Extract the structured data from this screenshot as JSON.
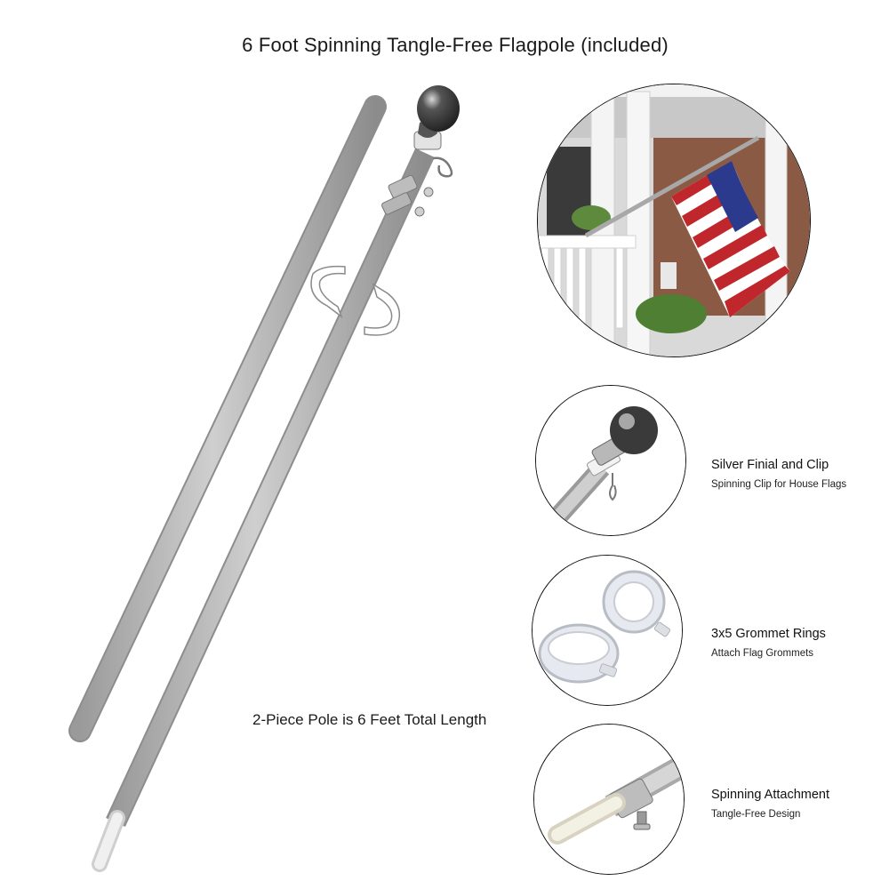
{
  "title": "6 Foot Spinning Tangle-Free Flagpole (included)",
  "pole_caption": "2-Piece Pole is 6 Feet Total Length",
  "features": [
    {
      "title": "Silver Finial and Clip",
      "subtitle": "Spinning Clip for House Flags"
    },
    {
      "title": "3x5 Grommet Rings",
      "subtitle": "Attach Flag Grommets"
    },
    {
      "title": "Spinning Attachment",
      "subtitle": "Tangle-Free Design"
    }
  ],
  "colors": {
    "pole": "#b9b9b9",
    "pole_shadow": "#8f8f8f",
    "finial": "#3a3a3a",
    "flag_red": "#c0272d",
    "flag_blue": "#2b3a8c"
  }
}
